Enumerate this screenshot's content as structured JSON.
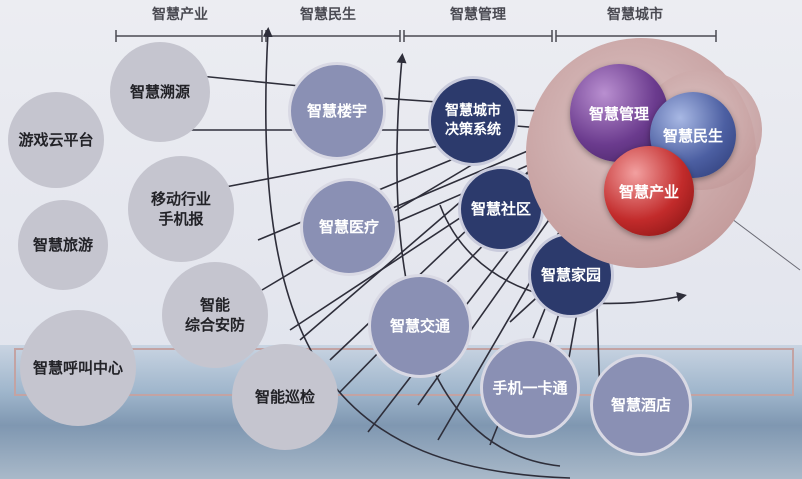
{
  "headers": {
    "industry": "智慧产业",
    "livelihood": "智慧民生",
    "management": "智慧管理",
    "city": "智慧城市"
  },
  "left_nodes": {
    "game_cloud": "游戏云平台",
    "tourism": "智慧旅游",
    "call_center": "智慧呼叫中心"
  },
  "industry_nodes": {
    "source": "智慧溯源",
    "mobile_news": "移动行业\n手机报",
    "security": "智能\n综合安防",
    "patrol": "智能巡检"
  },
  "livelihood_nodes": {
    "building": "智慧楼宇",
    "medical": "智慧医疗",
    "traffic": "智慧交通"
  },
  "management_nodes": {
    "decision": "智慧城市\n决策系统",
    "community": "智慧社区",
    "home": "智慧家园",
    "card": "手机一卡通",
    "hotel": "智慧酒店"
  },
  "city_spheres": {
    "management": "智慧管理",
    "livelihood": "智慧民生",
    "industry": "智慧产业"
  },
  "colors": {
    "grey_node": "#c5c5cf",
    "mid_node": "#8a90b4",
    "navy_node": "#2c3a6c",
    "halo": "#c69f9f",
    "line": "#2e2e3a"
  }
}
